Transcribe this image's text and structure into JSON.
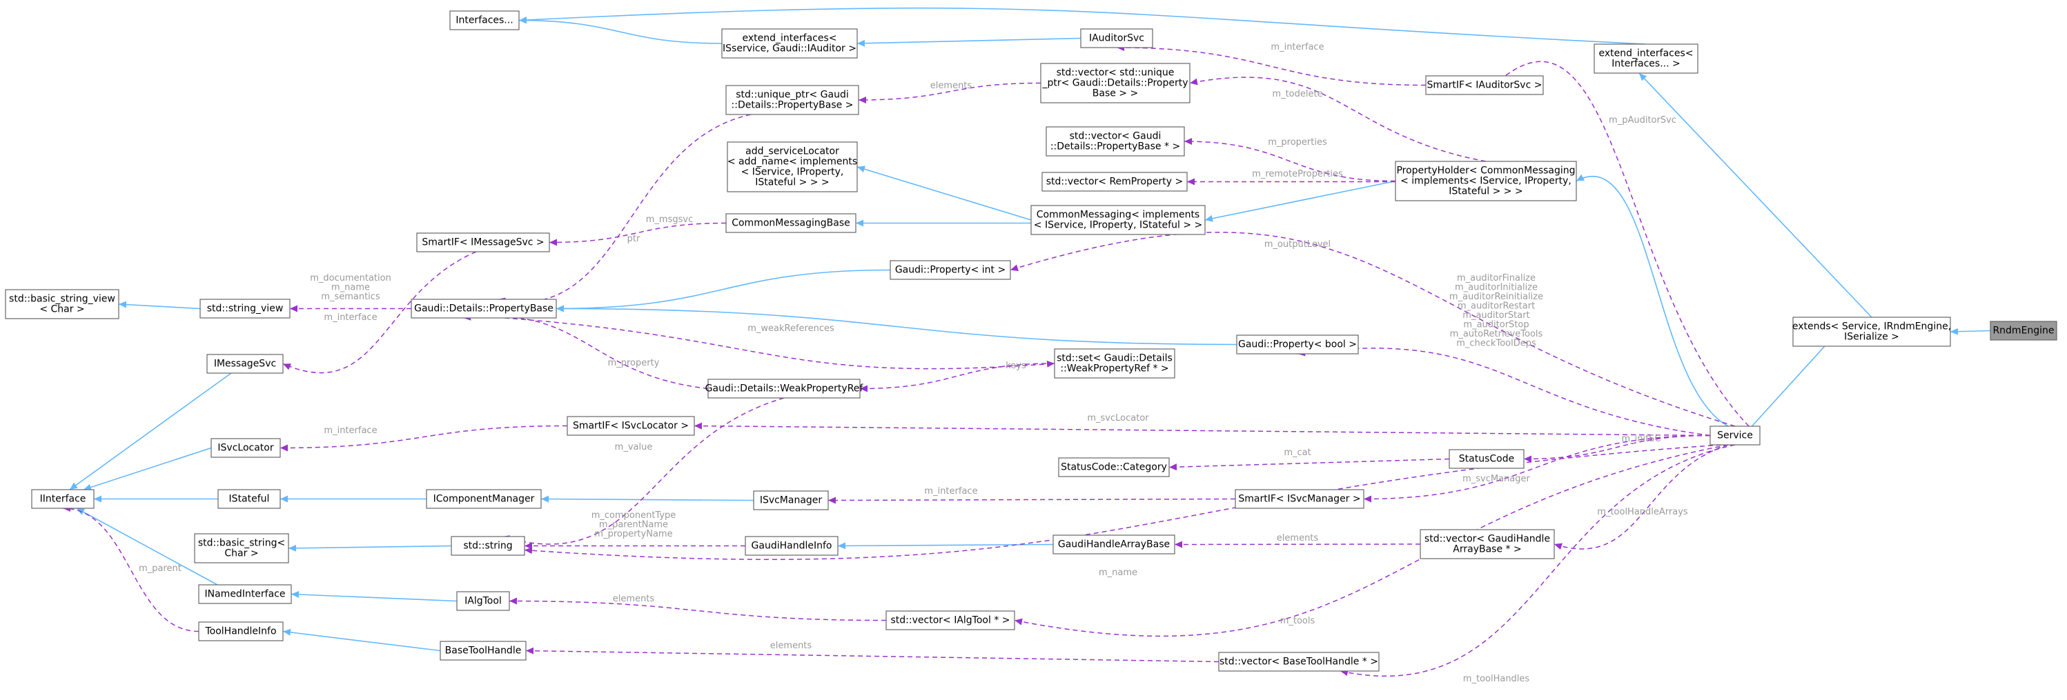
{
  "colors": {
    "inheritance": "#63b8ff",
    "usage": "#9a32cd",
    "label": "#9a9a9a",
    "focus_fill": "#999999"
  },
  "nodes": [
    {
      "id": "interfaces",
      "lines": [
        "Interfaces..."
      ]
    },
    {
      "id": "ext_ifaces_auditor",
      "lines": [
        "extend_interfaces<",
        "ISservice, Gaudi::IAuditor >"
      ]
    },
    {
      "id": "iauditorsvc",
      "lines": [
        "IAuditorSvc"
      ]
    },
    {
      "id": "ext_ifaces_top",
      "lines": [
        "extend_interfaces<",
        "Interfaces... >"
      ]
    },
    {
      "id": "smartif_auditorsvc",
      "lines": [
        "SmartIF< IAuditorSvc >"
      ]
    },
    {
      "id": "vec_unique_ptr",
      "lines": [
        "std::vector< std::unique",
        "_ptr< Gaudi::Details::Property",
        "Base > >"
      ]
    },
    {
      "id": "unique_ptr_pb",
      "lines": [
        "std::unique_ptr< Gaudi",
        "::Details::PropertyBase >"
      ]
    },
    {
      "id": "vec_pb_ptr",
      "lines": [
        "std::vector< Gaudi",
        "::Details::PropertyBase * >"
      ]
    },
    {
      "id": "vec_remprop",
      "lines": [
        "std::vector< RemProperty >"
      ]
    },
    {
      "id": "propholder",
      "lines": [
        "PropertyHolder< CommonMessaging",
        "< implements< IService, IProperty,",
        "IStateful > > >"
      ]
    },
    {
      "id": "add_svclocator",
      "lines": [
        "add_serviceLocator",
        "< add_name< implements",
        "< IService, IProperty,",
        "IStateful > > >"
      ]
    },
    {
      "id": "commonmsg",
      "lines": [
        "CommonMessaging< implements",
        "< IService, IProperty, IStateful > >"
      ]
    },
    {
      "id": "commonmsgbase",
      "lines": [
        "CommonMessagingBase"
      ]
    },
    {
      "id": "smartif_msgsvc",
      "lines": [
        "SmartIF< IMessageSvc >"
      ]
    },
    {
      "id": "basic_string_view",
      "lines": [
        "std::basic_string_view",
        "< Char >"
      ]
    },
    {
      "id": "string_view",
      "lines": [
        "std::string_view"
      ]
    },
    {
      "id": "propertybase",
      "lines": [
        "Gaudi::Details::PropertyBase"
      ]
    },
    {
      "id": "property_int",
      "lines": [
        "Gaudi::Property< int >"
      ]
    },
    {
      "id": "property_bool",
      "lines": [
        "Gaudi::Property< bool >"
      ]
    },
    {
      "id": "imessagesvc",
      "lines": [
        "IMessageSvc"
      ]
    },
    {
      "id": "weakpropref",
      "lines": [
        "Gaudi::Details::WeakPropertyRef"
      ]
    },
    {
      "id": "set_weakref",
      "lines": [
        "std::set< Gaudi::Details",
        "::WeakPropertyRef * >"
      ]
    },
    {
      "id": "extends_service",
      "lines": [
        "extends< Service, IRndmEngine,",
        "ISerialize >"
      ]
    },
    {
      "id": "rndmengine",
      "lines": [
        "RndmEngine"
      ]
    },
    {
      "id": "smartif_svclocator",
      "lines": [
        "SmartIF< ISvcLocator >"
      ]
    },
    {
      "id": "isvclocator",
      "lines": [
        "ISvcLocator"
      ]
    },
    {
      "id": "service",
      "lines": [
        "Service"
      ]
    },
    {
      "id": "statuscode_cat",
      "lines": [
        "StatusCode::Category"
      ]
    },
    {
      "id": "statuscode",
      "lines": [
        "StatusCode"
      ]
    },
    {
      "id": "iinterface",
      "lines": [
        "IInterface"
      ]
    },
    {
      "id": "istateful",
      "lines": [
        "IStateful"
      ]
    },
    {
      "id": "icomponentmgr",
      "lines": [
        "IComponentManager"
      ]
    },
    {
      "id": "isvcmanager",
      "lines": [
        "ISvcManager"
      ]
    },
    {
      "id": "smartif_svcmanager",
      "lines": [
        "SmartIF< ISvcManager >"
      ]
    },
    {
      "id": "basic_string",
      "lines": [
        "std::basic_string<",
        "Char >"
      ]
    },
    {
      "id": "std_string",
      "lines": [
        "std::string"
      ]
    },
    {
      "id": "gaudihandleinfo",
      "lines": [
        "GaudiHandleInfo"
      ]
    },
    {
      "id": "gaudihandlearraybase",
      "lines": [
        "GaudiHandleArrayBase"
      ]
    },
    {
      "id": "vec_gharraybase",
      "lines": [
        "std::vector< GaudiHandle",
        "ArrayBase * >"
      ]
    },
    {
      "id": "inamedinterface",
      "lines": [
        "INamedInterface"
      ]
    },
    {
      "id": "ialgtool",
      "lines": [
        "IAlgTool"
      ]
    },
    {
      "id": "vec_ialgtool",
      "lines": [
        "std::vector< IAlgTool * >"
      ]
    },
    {
      "id": "toolhandleinfo",
      "lines": [
        "ToolHandleInfo"
      ]
    },
    {
      "id": "basetoolhandle",
      "lines": [
        "BaseToolHandle"
      ]
    },
    {
      "id": "vec_basetoolhandle",
      "lines": [
        "std::vector< BaseToolHandle * >"
      ]
    }
  ],
  "edge_labels": {
    "m_interface_auditor": "m_interface",
    "m_pAuditorSvc": "m_pAuditorSvc",
    "elements_unique": "elements",
    "m_todelete": "m_todelete",
    "m_properties": "m_properties",
    "m_remoteProperties": "m_remoteProperties",
    "m_msgsvc": "m_msgsvc",
    "ptr": "ptr",
    "m_outputLevel": "m_outputLevel",
    "m_documentation_group": [
      "m_documentation",
      "m_name",
      "m_semantics"
    ],
    "m_interface_msgsvc": "m_interface",
    "m_auditor_group": [
      "m_auditorFinalize",
      "m_auditorInitialize",
      "m_auditorReinitialize",
      "m_auditorRestart",
      "m_auditorStart",
      "m_auditorStop",
      "m_autoRetrieveTools",
      "m_checkToolDeps"
    ],
    "m_weakReferences": "m_weakReferences",
    "keys": "keys",
    "m_property": "m_property",
    "m_interface_svclocator": "m_interface",
    "m_svcLocator": "m_svcLocator",
    "m_initSC": "m_initSC",
    "m_value": "m_value",
    "m_cat": "m_cat",
    "m_interface_svcmanager": "m_interface",
    "m_svcManager": "m_svcManager",
    "m_componentType_group": [
      "m_componentType",
      "m_parentName",
      "m_propertyName"
    ],
    "m_toolHandleArrays": "m_toolHandleArrays",
    "elements_ghab": "elements",
    "m_name": "m_name",
    "m_parent": "m_parent",
    "elements_ialgtool": "elements",
    "m_tools": "m_tools",
    "elements_bth": "elements",
    "m_toolHandles": "m_toolHandles"
  }
}
